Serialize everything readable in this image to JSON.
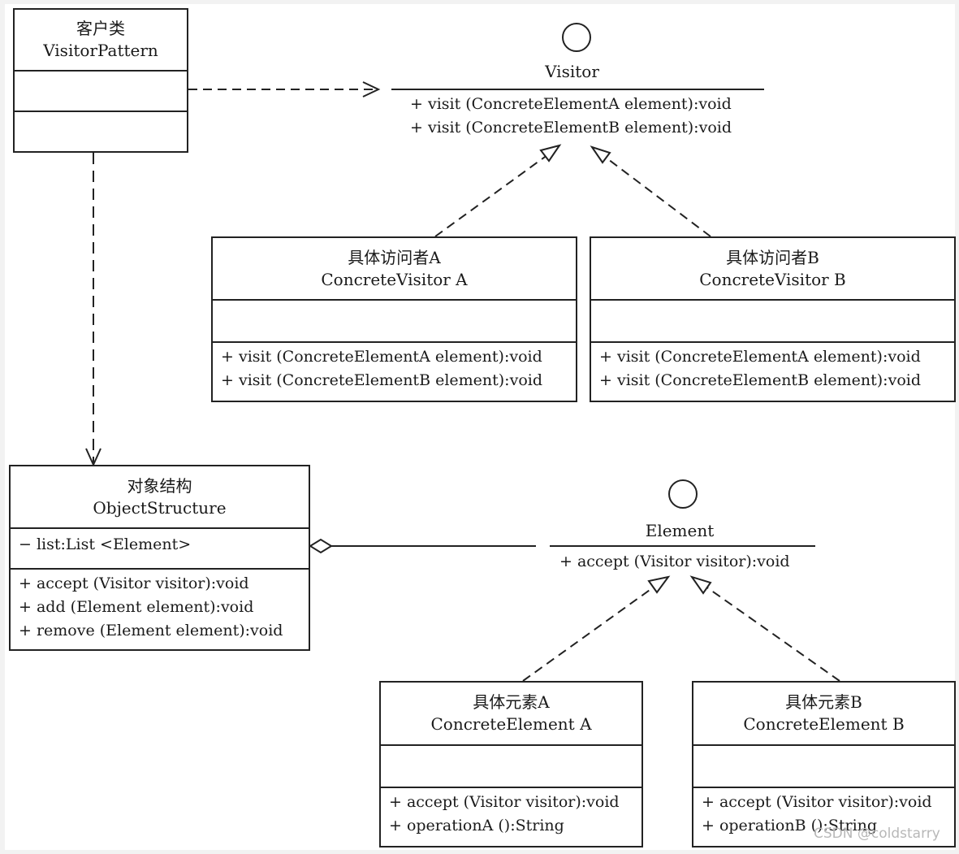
{
  "client": {
    "name_cn": "客户类",
    "name_en": "VisitorPattern"
  },
  "visitor": {
    "name": "Visitor",
    "ops": [
      "+ visit (ConcreteElementA element):void",
      "+ visit (ConcreteElementB element):void"
    ]
  },
  "concrete_visitor_a": {
    "name_cn": "具体访问者A",
    "name_en": "ConcreteVisitor A",
    "ops": [
      "+ visit (ConcreteElementA element):void",
      "+ visit (ConcreteElementB element):void"
    ]
  },
  "concrete_visitor_b": {
    "name_cn": "具体访问者B",
    "name_en": "ConcreteVisitor B",
    "ops": [
      "+ visit (ConcreteElementA element):void",
      "+ visit (ConcreteElementB element):void"
    ]
  },
  "object_structure": {
    "name_cn": "对象结构",
    "name_en": "ObjectStructure",
    "attrs": [
      "− list:List <Element>"
    ],
    "ops": [
      "+ accept (Visitor visitor):void",
      "+ add (Element element):void",
      "+ remove (Element element):void"
    ]
  },
  "element": {
    "name": "Element",
    "ops": [
      "+ accept (Visitor visitor):void"
    ]
  },
  "concrete_element_a": {
    "name_cn": "具体元素A",
    "name_en": "ConcreteElement A",
    "ops": [
      "+ accept (Visitor visitor):void",
      "+ operationA ():String"
    ]
  },
  "concrete_element_b": {
    "name_cn": "具体元素B",
    "name_en": "ConcreteElement B",
    "ops": [
      "+ accept (Visitor visitor):void",
      "+ operationB ():String"
    ]
  },
  "watermark": "CSDN @coldstarry",
  "colors": {
    "line": "#222222",
    "background": "#ffffff",
    "frame": "#f2f2f2"
  }
}
